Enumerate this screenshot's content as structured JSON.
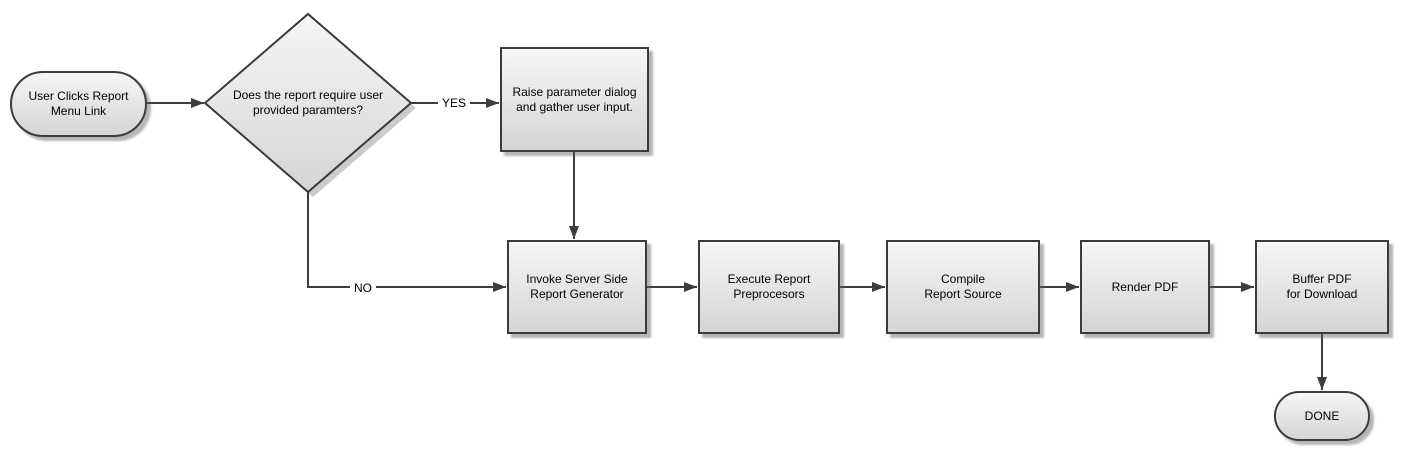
{
  "nodes": {
    "start": {
      "label": "User Clicks Report\nMenu Link"
    },
    "decision": {
      "label": "Does the report require user\nprovided paramters?"
    },
    "raise_dialog": {
      "label": "Raise parameter dialog\nand gather user input."
    },
    "invoke_generator": {
      "label": "Invoke Server Side\nReport Generator"
    },
    "execute_preprocessors": {
      "label": "Execute Report\nPreprocesors"
    },
    "compile_source": {
      "label": "Compile\nReport Source"
    },
    "render_pdf": {
      "label": "Render PDF"
    },
    "buffer_pdf": {
      "label": "Buffer PDF\nfor Download"
    },
    "done": {
      "label": "DONE"
    }
  },
  "edges": {
    "yes_label": "YES",
    "no_label": "NO"
  },
  "colors": {
    "background": "#ffffff",
    "text": "#000000",
    "node_border": "#3b3b3b",
    "node_fill_top": "#f6f6f6",
    "node_fill_bottom": "#d5d5d5",
    "connector": "#3d3d3d",
    "shadow": "#a9a9a9"
  }
}
